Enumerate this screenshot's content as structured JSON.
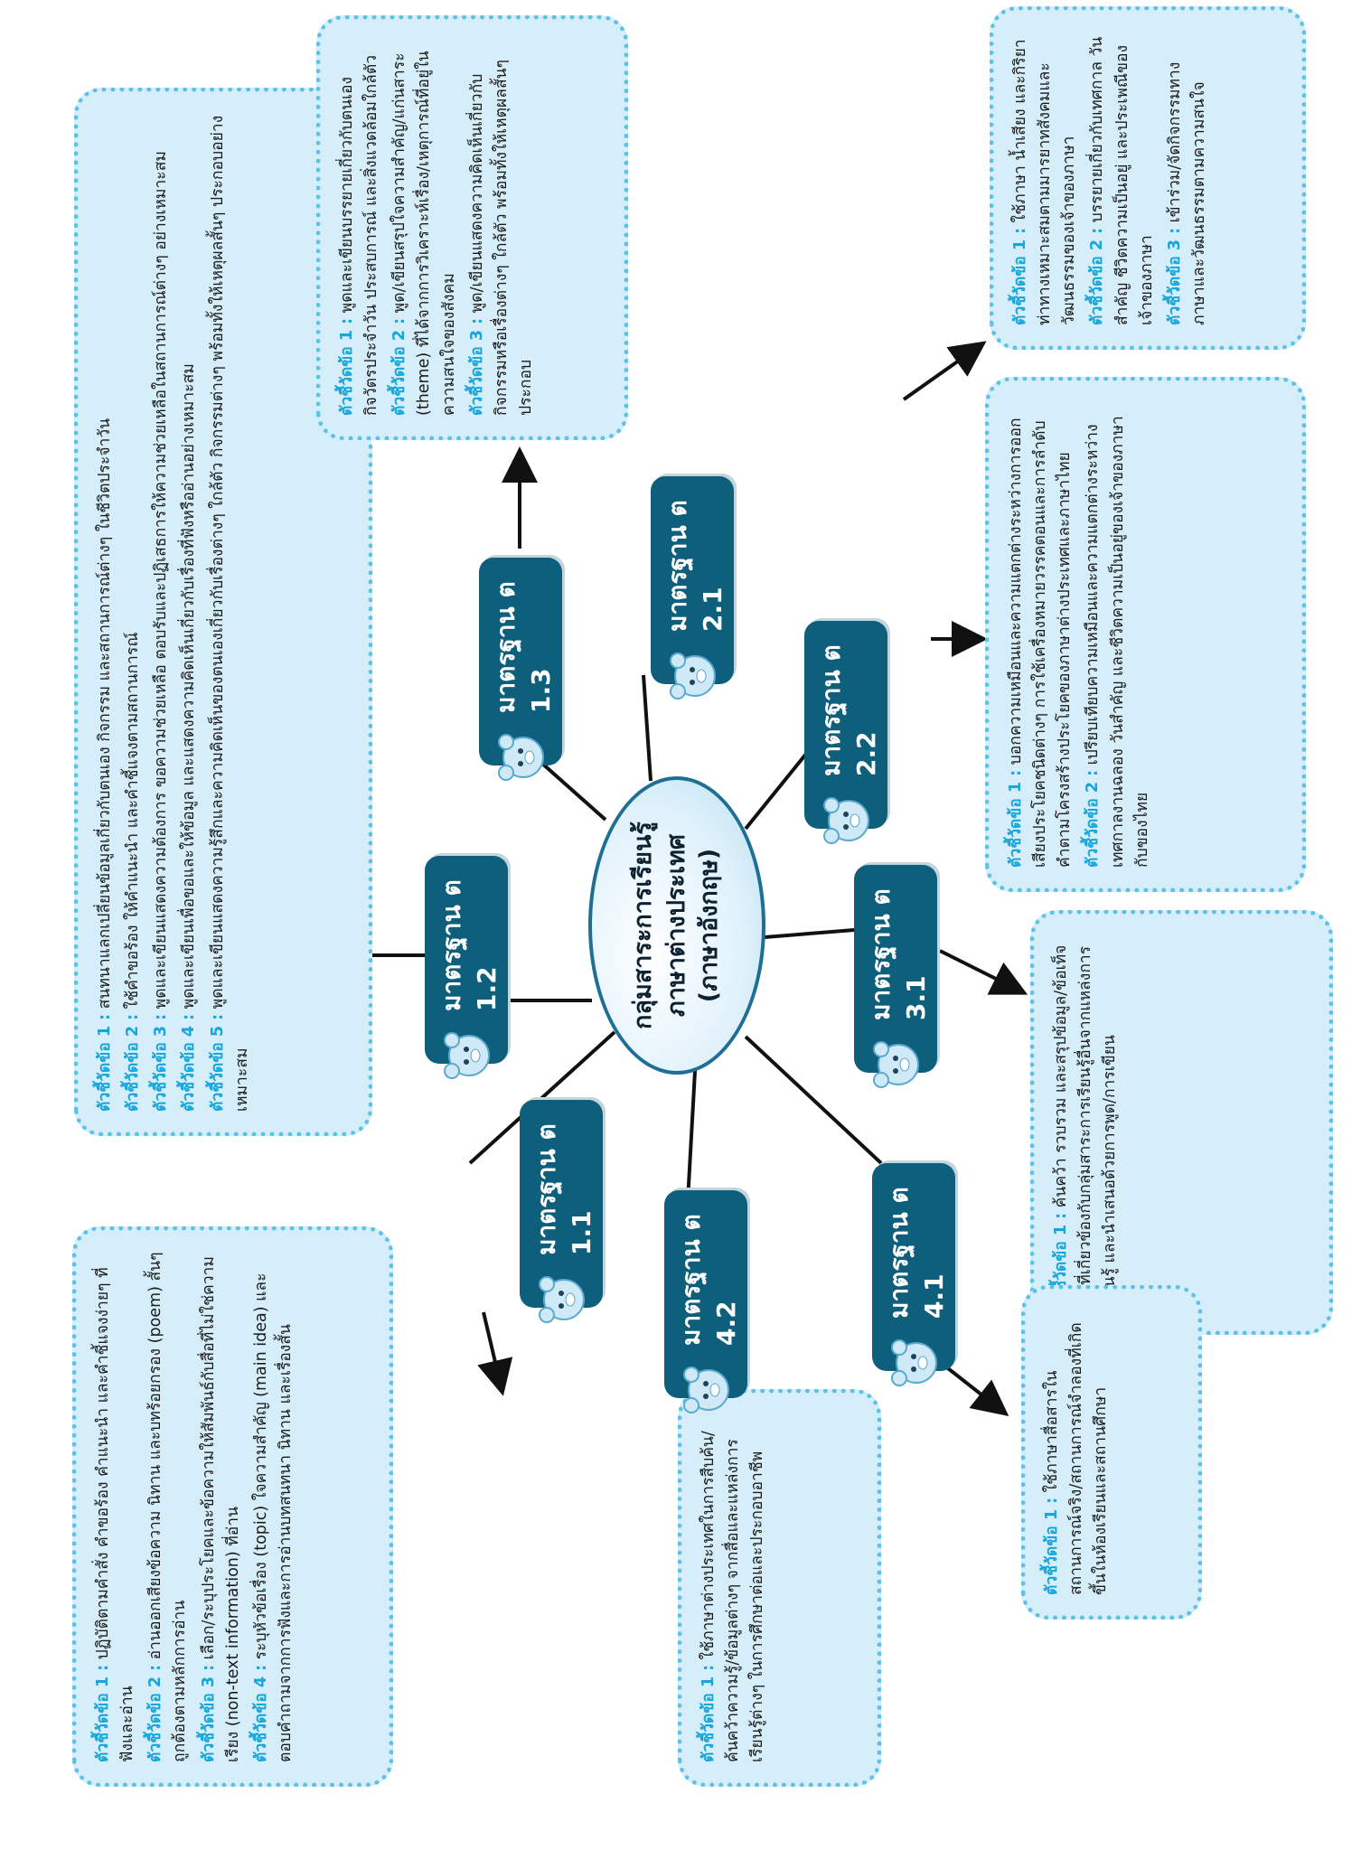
{
  "center": {
    "line1": "กลุ่มสาระการเรียนรู้",
    "line2": "ภาษาต่างประเทศ",
    "line3": "(ภาษาอังกฤษ)"
  },
  "standards": {
    "s11": "มาตรฐาน ต 1.1",
    "s12": "มาตรฐาน ต 1.2",
    "s13": "มาตรฐาน ต 1.3",
    "s21": "มาตรฐาน ต 2.1",
    "s22": "มาตรฐาน ต 2.2",
    "s31": "มาตรฐาน ต 3.1",
    "s41": "มาตรฐาน ต 4.1",
    "s42": "มาตรฐาน ต 4.2"
  },
  "indicators": {
    "s11": [
      {
        "label": "ตัวชี้วัดข้อ 1 :",
        "text": "ปฏิบัติตามคำสั่ง คำขอร้อง คำแนะนำ และคำชี้แจงง่ายๆ ที่ฟังและอ่าน"
      },
      {
        "label": "ตัวชี้วัดข้อ 2 :",
        "text": "อ่านออกเสียงข้อความ นิทาน และบทร้อยกรอง (poem) สั้นๆ ถูกต้องตามหลักการอ่าน"
      },
      {
        "label": "ตัวชี้วัดข้อ 3 :",
        "text": "เลือก/ระบุประโยคและข้อความให้สัมพันธ์กับสื่อที่ไม่ใช่ความเรียง (non-text information) ที่อ่าน"
      },
      {
        "label": "ตัวชี้วัดข้อ 4 :",
        "text": "ระบุหัวข้อเรื่อง (topic) ใจความสำคัญ (main idea) และตอบคำถามจากการฟังและการอ่านบทสนทนา นิทาน และเรื่องสั้น"
      }
    ],
    "s12": [
      {
        "label": "ตัวชี้วัดข้อ 1 :",
        "text": "สนทนาแลกเปลี่ยนข้อมูลเกี่ยวกับตนเอง กิจกรรม และสถานการณ์ต่างๆ ในชีวิตประจำวัน"
      },
      {
        "label": "ตัวชี้วัดข้อ 2 :",
        "text": "ใช้คำขอร้อง ให้คำแนะนำ และคำชี้แจงตามสถานการณ์"
      },
      {
        "label": "ตัวชี้วัดข้อ 3 :",
        "text": "พูดและเขียนแสดงความต้องการ ขอความช่วยเหลือ ตอบรับและปฏิเสธการให้ความช่วยเหลือในสถานการณ์ต่างๆ อย่างเหมาะสม"
      },
      {
        "label": "ตัวชี้วัดข้อ 4 :",
        "text": "พูดและเขียนเพื่อขอและให้ข้อมูล และแสดงความคิดเห็นเกี่ยวกับเรื่องที่ฟังหรืออ่านอย่างเหมาะสม"
      },
      {
        "label": "ตัวชี้วัดข้อ 5 :",
        "text": "พูดและเขียนแสดงความรู้สึกและความคิดเห็นของตนเองเกี่ยวกับเรื่องต่างๆ ใกล้ตัว กิจกรรมต่างๆ พร้อมทั้งให้เหตุผลสั้นๆ ประกอบอย่างเหมาะสม"
      }
    ],
    "s13": [
      {
        "label": "ตัวชี้วัดข้อ 1 :",
        "text": "พูดและเขียนบรรยายเกี่ยวกับตนเอง กิจวัตรประจำวัน ประสบการณ์ และสิ่งแวดล้อมใกล้ตัว"
      },
      {
        "label": "ตัวชี้วัดข้อ 2 :",
        "text": "พูด/เขียนสรุปใจความสำคัญ/แก่นสาระ (theme) ที่ได้จากการวิเคราะห์เรื่อง/เหตุการณ์ที่อยู่ในความสนใจของสังคม"
      },
      {
        "label": "ตัวชี้วัดข้อ 3 :",
        "text": "พูด/เขียนแสดงความคิดเห็นเกี่ยวกับกิจกรรมหรือเรื่องต่างๆ ใกล้ตัว พร้อมทั้งให้เหตุผลสั้นๆ ประกอบ"
      }
    ],
    "s21": [
      {
        "label": "ตัวชี้วัดข้อ 1 :",
        "text": "ใช้ภาษา น้ำเสียง และกิริยาท่าทางเหมาะสมตามมารยาทสังคมและวัฒนธรรมของเจ้าของภาษา"
      },
      {
        "label": "ตัวชี้วัดข้อ 2 :",
        "text": "บรรยายเกี่ยวกับเทศกาล วันสำคัญ ชีวิตความเป็นอยู่ และประเพณีของเจ้าของภาษา"
      },
      {
        "label": "ตัวชี้วัดข้อ 3 :",
        "text": "เข้าร่วม/จัดกิจกรรมทางภาษาและวัฒนธรรมตามความสนใจ"
      }
    ],
    "s22": [
      {
        "label": "ตัวชี้วัดข้อ 1 :",
        "text": "บอกความเหมือนและความแตกต่างระหว่างการออกเสียงประโยคชนิดต่างๆ การใช้เครื่องหมายวรรคตอนและการลำดับคำตามโครงสร้างประโยคของภาษาต่างประเทศและภาษาไทย"
      },
      {
        "label": "ตัวชี้วัดข้อ 2 :",
        "text": "เปรียบเทียบความเหมือนและความแตกต่างระหว่างเทศกาลงานฉลอง วันสำคัญ และชีวิตความเป็นอยู่ของเจ้าของภาษากับของไทย"
      }
    ],
    "s31": [
      {
        "label": "ตัวชี้วัดข้อ 1 :",
        "text": "ค้นคว้า รวบรวม และสรุปข้อมูล/ข้อเท็จจริงที่เกี่ยวข้องกับกลุ่มสาระการเรียนรู้อื่นจากแหล่งการเรียนรู้ และนำเสนอด้วยการพูด/การเขียน"
      }
    ],
    "s41": [
      {
        "label": "ตัวชี้วัดข้อ 1 :",
        "text": "ใช้ภาษาสื่อสารในสถานการณ์จริง/สถานการณ์จำลองที่เกิดขึ้นในห้องเรียนและสถานศึกษา"
      }
    ],
    "s42": [
      {
        "label": "ตัวชี้วัดข้อ 1 :",
        "text": "ใช้ภาษาต่างประเทศในการสืบค้น/ค้นคว้าความรู้/ข้อมูลต่างๆ จากสื่อและแหล่งการเรียนรู้ต่างๆ ในการศึกษาต่อและประกอบอาชีพ"
      }
    ]
  },
  "colors": {
    "standard_fill": "#0e5f7c",
    "box_fill": "#d6eef9",
    "box_border": "#5cc2e8",
    "indicator_label": "#16a6dc",
    "link": "#111111"
  },
  "icons": {
    "mascot": "bear-mascot-icon"
  }
}
